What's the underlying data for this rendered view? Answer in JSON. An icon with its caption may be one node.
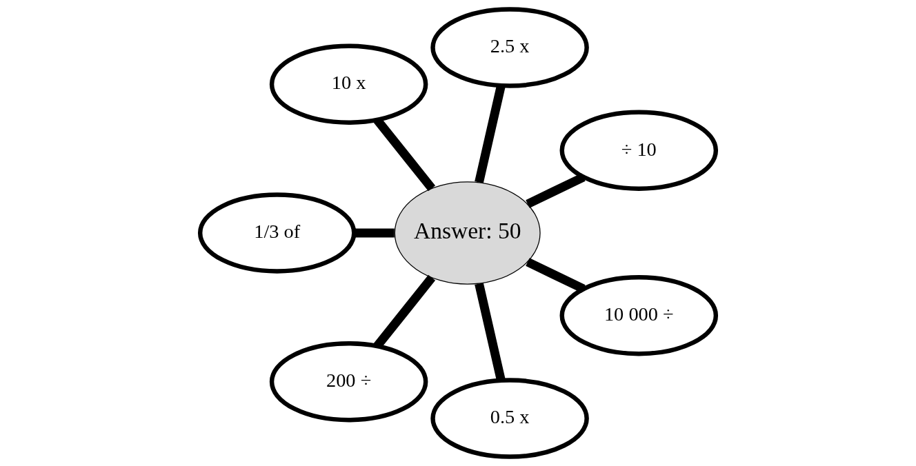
{
  "diagram": {
    "nodes": [
      {
        "text": [
          "÷ 10"
        ]
      },
      {
        "text": [
          "2.5 x"
        ]
      },
      {
        "text": [
          "10 x"
        ]
      },
      {
        "text": [
          "1/3 of"
        ]
      },
      {
        "text": [
          "Answer: 50"
        ]
      },
      {
        "text": [
          "200 ÷"
        ]
      },
      {
        "text": [
          "0.5 x"
        ]
      },
      {
        "text": [
          "10 000 ÷"
        ]
      }
    ],
    "edges": [
      {
        "from": 4,
        "to": 0,
        "arrow": "none"
      },
      {
        "from": 4,
        "to": 1,
        "arrow": "none"
      },
      {
        "from": 4,
        "to": 2,
        "arrow": "none"
      },
      {
        "from": 4,
        "to": 3,
        "arrow": "none"
      },
      {
        "from": 4,
        "to": 5,
        "arrow": "none"
      },
      {
        "from": 4,
        "to": 6,
        "arrow": "none"
      },
      {
        "from": 4,
        "to": 7,
        "arrow": "none"
      }
    ]
  }
}
